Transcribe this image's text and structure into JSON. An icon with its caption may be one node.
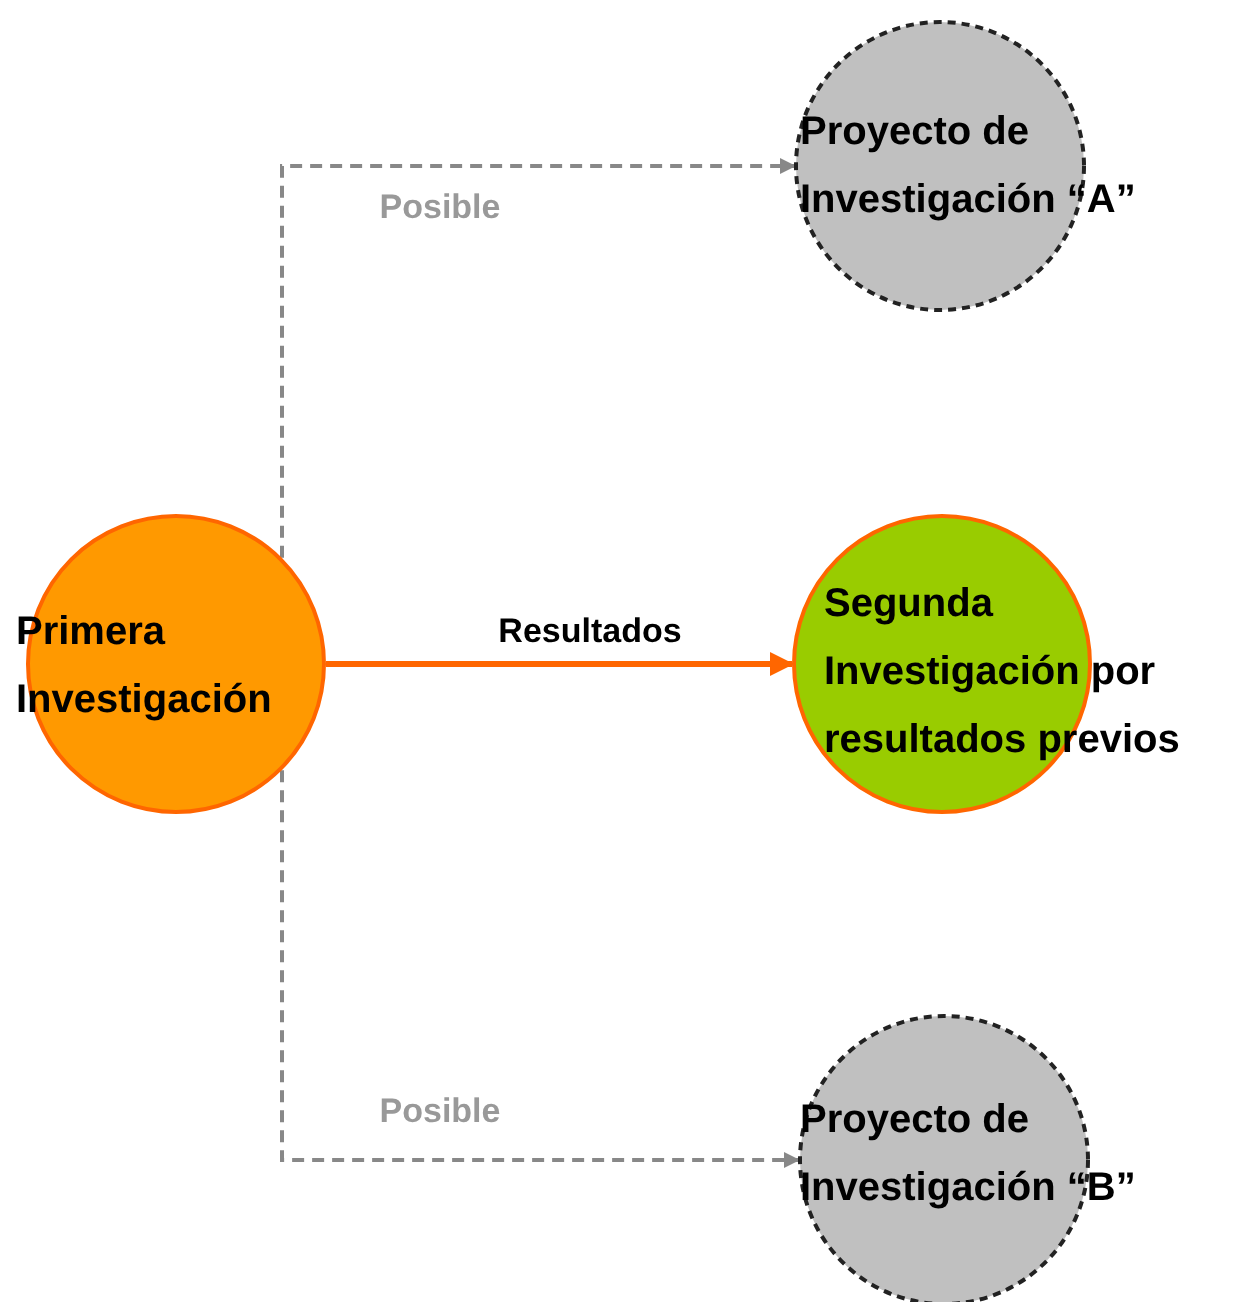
{
  "diagram": {
    "nodes": [
      {
        "text": [
          "Primera Investigación"
        ]
      },
      {
        "text": [
          "Proyecto de Investigación “A”"
        ]
      },
      {
        "text": [
          "Segunda Investigación por resultados previos"
        ]
      },
      {
        "text": [
          "Proyecto de Investigación “B”"
        ]
      }
    ],
    "edges": [
      {
        "from": 0,
        "to": 1,
        "arrow": "to",
        "label": "Posible",
        "style": "dashed"
      },
      {
        "from": 0,
        "to": 2,
        "arrow": "to",
        "label": "Resultados",
        "color": "#ff6600"
      },
      {
        "from": 0,
        "to": 3,
        "arrow": "to",
        "label": "Posible",
        "style": "dashed"
      }
    ]
  }
}
